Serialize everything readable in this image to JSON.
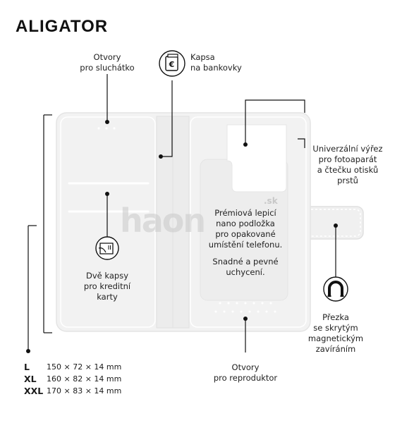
{
  "brand": {
    "logo": "ALIGATOR"
  },
  "labels": {
    "earpiece": [
      "Otvory",
      "pro sluchátko"
    ],
    "banknote_pocket": [
      "Kapsa",
      "na bankovky"
    ],
    "camera_cutout": [
      "Univerzální výřez",
      "pro fotoaparát",
      "a čtečku otisků",
      "prstů"
    ],
    "card_pockets": [
      "Dvě kapsy",
      "pro kreditní",
      "karty"
    ],
    "adhesive_pad": [
      "Prémiová lepicí",
      "nano podložka",
      "pro opakované",
      "umístění telefonu."
    ],
    "easy_mount": [
      "Snadné a pevné",
      "uchycení."
    ],
    "magnetic_clasp": [
      "Přezka",
      "se skrytým",
      "magnetickým",
      "zavíráním"
    ],
    "speaker": [
      "Otvory",
      "pro reproduktor"
    ]
  },
  "sizes": [
    {
      "size": "L",
      "dims": "150 × 72 × 14 mm"
    },
    {
      "size": "XL",
      "dims": "160 × 82 × 14 mm"
    },
    {
      "size": "XXL",
      "dims": "170 × 83 × 14 mm"
    }
  ],
  "watermark": {
    "text": "haon",
    "suffix": ".sk"
  },
  "icons": [
    "euro-banknote-icon",
    "card-pocket-icon",
    "magnet-icon"
  ],
  "colors": {
    "case_fill": "#f2f2f2",
    "case_stroke": "#e2e2e2",
    "line": "#111111"
  }
}
